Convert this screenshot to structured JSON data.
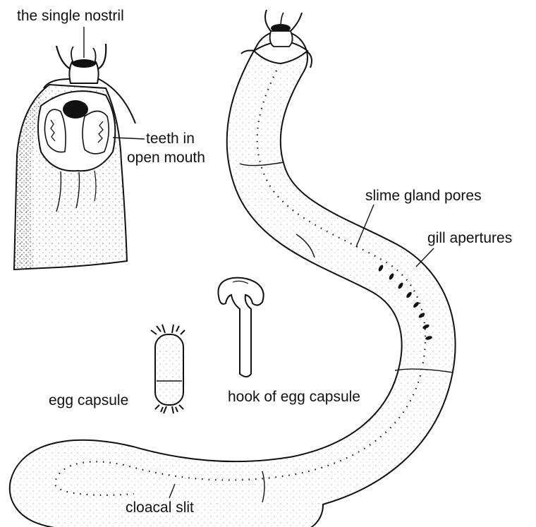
{
  "labels": {
    "nostril": "the single nostril",
    "teeth_line1": "teeth in",
    "teeth_line2": "open mouth",
    "slime_gland_pores": "slime gland pores",
    "gill_apertures": "gill apertures",
    "egg_capsule": "egg capsule",
    "hook_of_egg_capsule": "hook of egg capsule",
    "cloacal_slit": "cloacal slit"
  },
  "colors": {
    "ink": "#111111",
    "background": "#ffffff"
  }
}
